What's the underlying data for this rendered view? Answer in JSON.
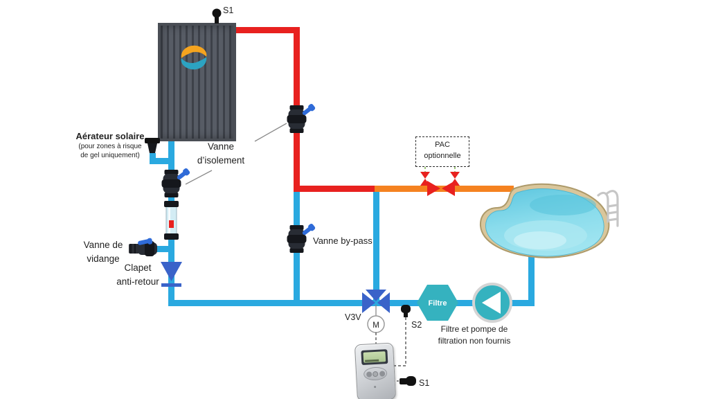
{
  "colors": {
    "pipe_hot": "#e8211f",
    "pipe_warm": "#f58220",
    "pipe_cold": "#2aa9e0",
    "component_blue": "#3a63c9",
    "handle_blue": "#2f6bd8",
    "teal": "#35b2bf",
    "valve_red": "#e8211f",
    "dash_green": "#76b043",
    "panel_dark": "#4d525b",
    "pool_sand": "#d9c69b",
    "pool_water": "#6fd0e4",
    "ink": "#222222",
    "leader_gray": "#8a8a8a"
  },
  "labels": {
    "sensor_top": "S1",
    "aerator_title": "Aérateur solaire",
    "aerator_note_1": "(pour zones à risque",
    "aerator_note_2": "de gel uniquement)",
    "isolation_1": "Vanne",
    "isolation_2": "d’isolement",
    "bypass": "Vanne by-pass",
    "drain_1": "Vanne de",
    "drain_2": "vidange",
    "check_1": "Clapet",
    "check_2": "anti-retour",
    "pac_1": "PAC",
    "pac_2": "optionnelle",
    "v3v": "V3V",
    "motor": "M",
    "sensor_s2": "S2",
    "filter": "Filtre",
    "note_1": "Filtre et pompe de",
    "note_2": "filtration non fournis",
    "sensor_bottom": "S1"
  }
}
